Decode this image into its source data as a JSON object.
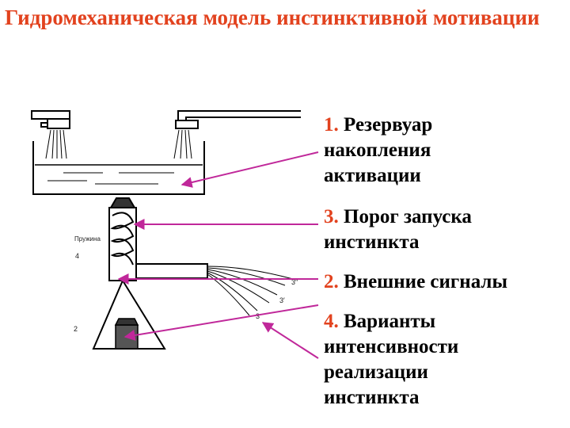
{
  "title": "Гидромеханическая модель инстинктивной мотивации",
  "legend": [
    {
      "num": "1.",
      "text": "Резервуар накопления активации"
    },
    {
      "num": "3.",
      "text": "Порог запуска инстинкта"
    },
    {
      "num": "2.",
      "text": "Внешние сигналы"
    },
    {
      "num": "4.",
      "text": "Варианты интенсивности реализации инстинкта"
    }
  ],
  "diagram_labels": {
    "spring": "Пружина",
    "spring_num": "4",
    "weight_num": "2",
    "jet_3": "3",
    "jet_3p": "3′",
    "jet_3pp": "3″"
  },
  "colors": {
    "title": "#e2421e",
    "arrow": "#c0289a"
  }
}
